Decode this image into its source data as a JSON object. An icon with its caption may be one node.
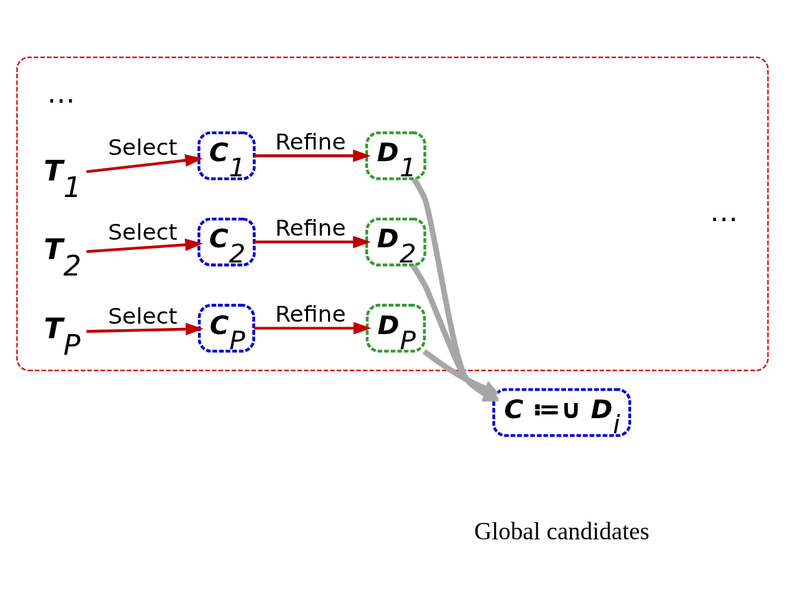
{
  "diagram": {
    "nodes": [
      {
        "text": [],
        "shape": "box"
      },
      {
        "text": [
          "T$_{1}$"
        ],
        "in": 0
      },
      {
        "text": [
          "C$_{1}$"
        ],
        "in": 0
      },
      {
        "text": [
          "D$_{1}$"
        ],
        "in": 0
      },
      {
        "text": [
          "T$_{2}$"
        ],
        "in": 0
      },
      {
        "text": [
          "C$_{2}$"
        ],
        "in": 0
      },
      {
        "text": [
          "D$_{2}$"
        ],
        "in": 0
      },
      {
        "text": [
          "T$_{P}$"
        ],
        "in": 0
      },
      {
        "text": [
          "C$_{P}$"
        ],
        "in": 0
      },
      {
        "text": [
          "D$_{P}$"
        ],
        "in": 0
      },
      {
        "text": [
          "C ≔∪ D$_{i}$"
        ],
        "beside": [
          "Global candidates"
        ]
      }
    ],
    "edges": [
      {
        "from": 1,
        "to": 2,
        "arrow": "to",
        "label": "Select"
      },
      {
        "from": 2,
        "to": 3,
        "arrow": "to",
        "label": "Refine"
      },
      {
        "from": 4,
        "to": 5,
        "arrow": "to",
        "label": "Select"
      },
      {
        "from": 5,
        "to": 6,
        "arrow": "to",
        "label": "Refine"
      },
      {
        "from": 7,
        "to": 8,
        "arrow": "to",
        "label": "Select"
      },
      {
        "from": 8,
        "to": 9,
        "arrow": "to",
        "label": "Refine"
      },
      {
        "from": 3,
        "to": 10,
        "arrow": "to",
        "style": "thick",
        "color": "#a6a6a6"
      },
      {
        "from": 6,
        "to": 10,
        "arrow": "to",
        "style": "thick",
        "color": "#a6a6a6"
      },
      {
        "from": 9,
        "to": 10,
        "arrow": "to",
        "style": "thick",
        "color": "#a6a6a6"
      }
    ],
    "labels": [
      "…",
      "…"
    ]
  }
}
